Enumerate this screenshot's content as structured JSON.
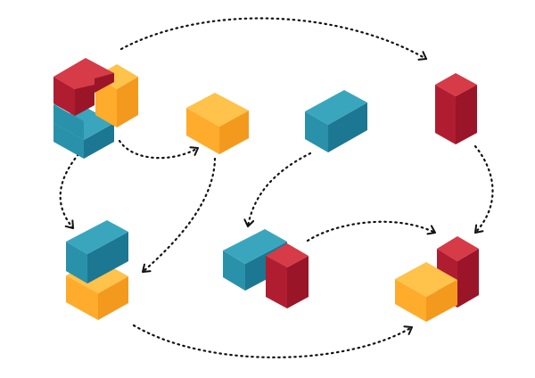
{
  "diagram": {
    "colors": {
      "red": {
        "top": "#d63b47",
        "left": "#b01d31",
        "right": "#9a1528"
      },
      "orange": {
        "top": "#ffc24a",
        "left": "#ffab2b",
        "right": "#f39a1e"
      },
      "teal": {
        "top": "#3aa6be",
        "left": "#2a91ab",
        "right": "#1c7792"
      },
      "arrow": "#111111",
      "background": "#ffffff"
    },
    "icons": [
      "dotted-arrow",
      "isometric-block"
    ],
    "groups": [
      {
        "name": "full-assembly",
        "blocks": [
          "teal",
          "orange",
          "red"
        ]
      },
      {
        "name": "orange-bar",
        "blocks": [
          "orange"
        ]
      },
      {
        "name": "teal-bar",
        "blocks": [
          "teal"
        ]
      },
      {
        "name": "red-column",
        "blocks": [
          "red"
        ]
      },
      {
        "name": "teal-orange-pair",
        "blocks": [
          "teal",
          "orange"
        ]
      },
      {
        "name": "teal-red-pair",
        "blocks": [
          "teal",
          "red"
        ]
      },
      {
        "name": "orange-red-pair",
        "blocks": [
          "orange",
          "red"
        ]
      }
    ],
    "connections": [
      {
        "from": "full-assembly",
        "to": "red-column"
      },
      {
        "from": "full-assembly",
        "to": "orange-bar"
      },
      {
        "from": "full-assembly",
        "to": "teal-orange-pair"
      },
      {
        "from": "orange-bar",
        "to": "teal-orange-pair"
      },
      {
        "from": "teal-bar",
        "to": "teal-red-pair"
      },
      {
        "from": "red-column",
        "to": "orange-red-pair"
      },
      {
        "from": "teal-red-pair",
        "to": "orange-red-pair"
      },
      {
        "from": "teal-orange-pair",
        "to": "orange-red-pair"
      }
    ]
  }
}
